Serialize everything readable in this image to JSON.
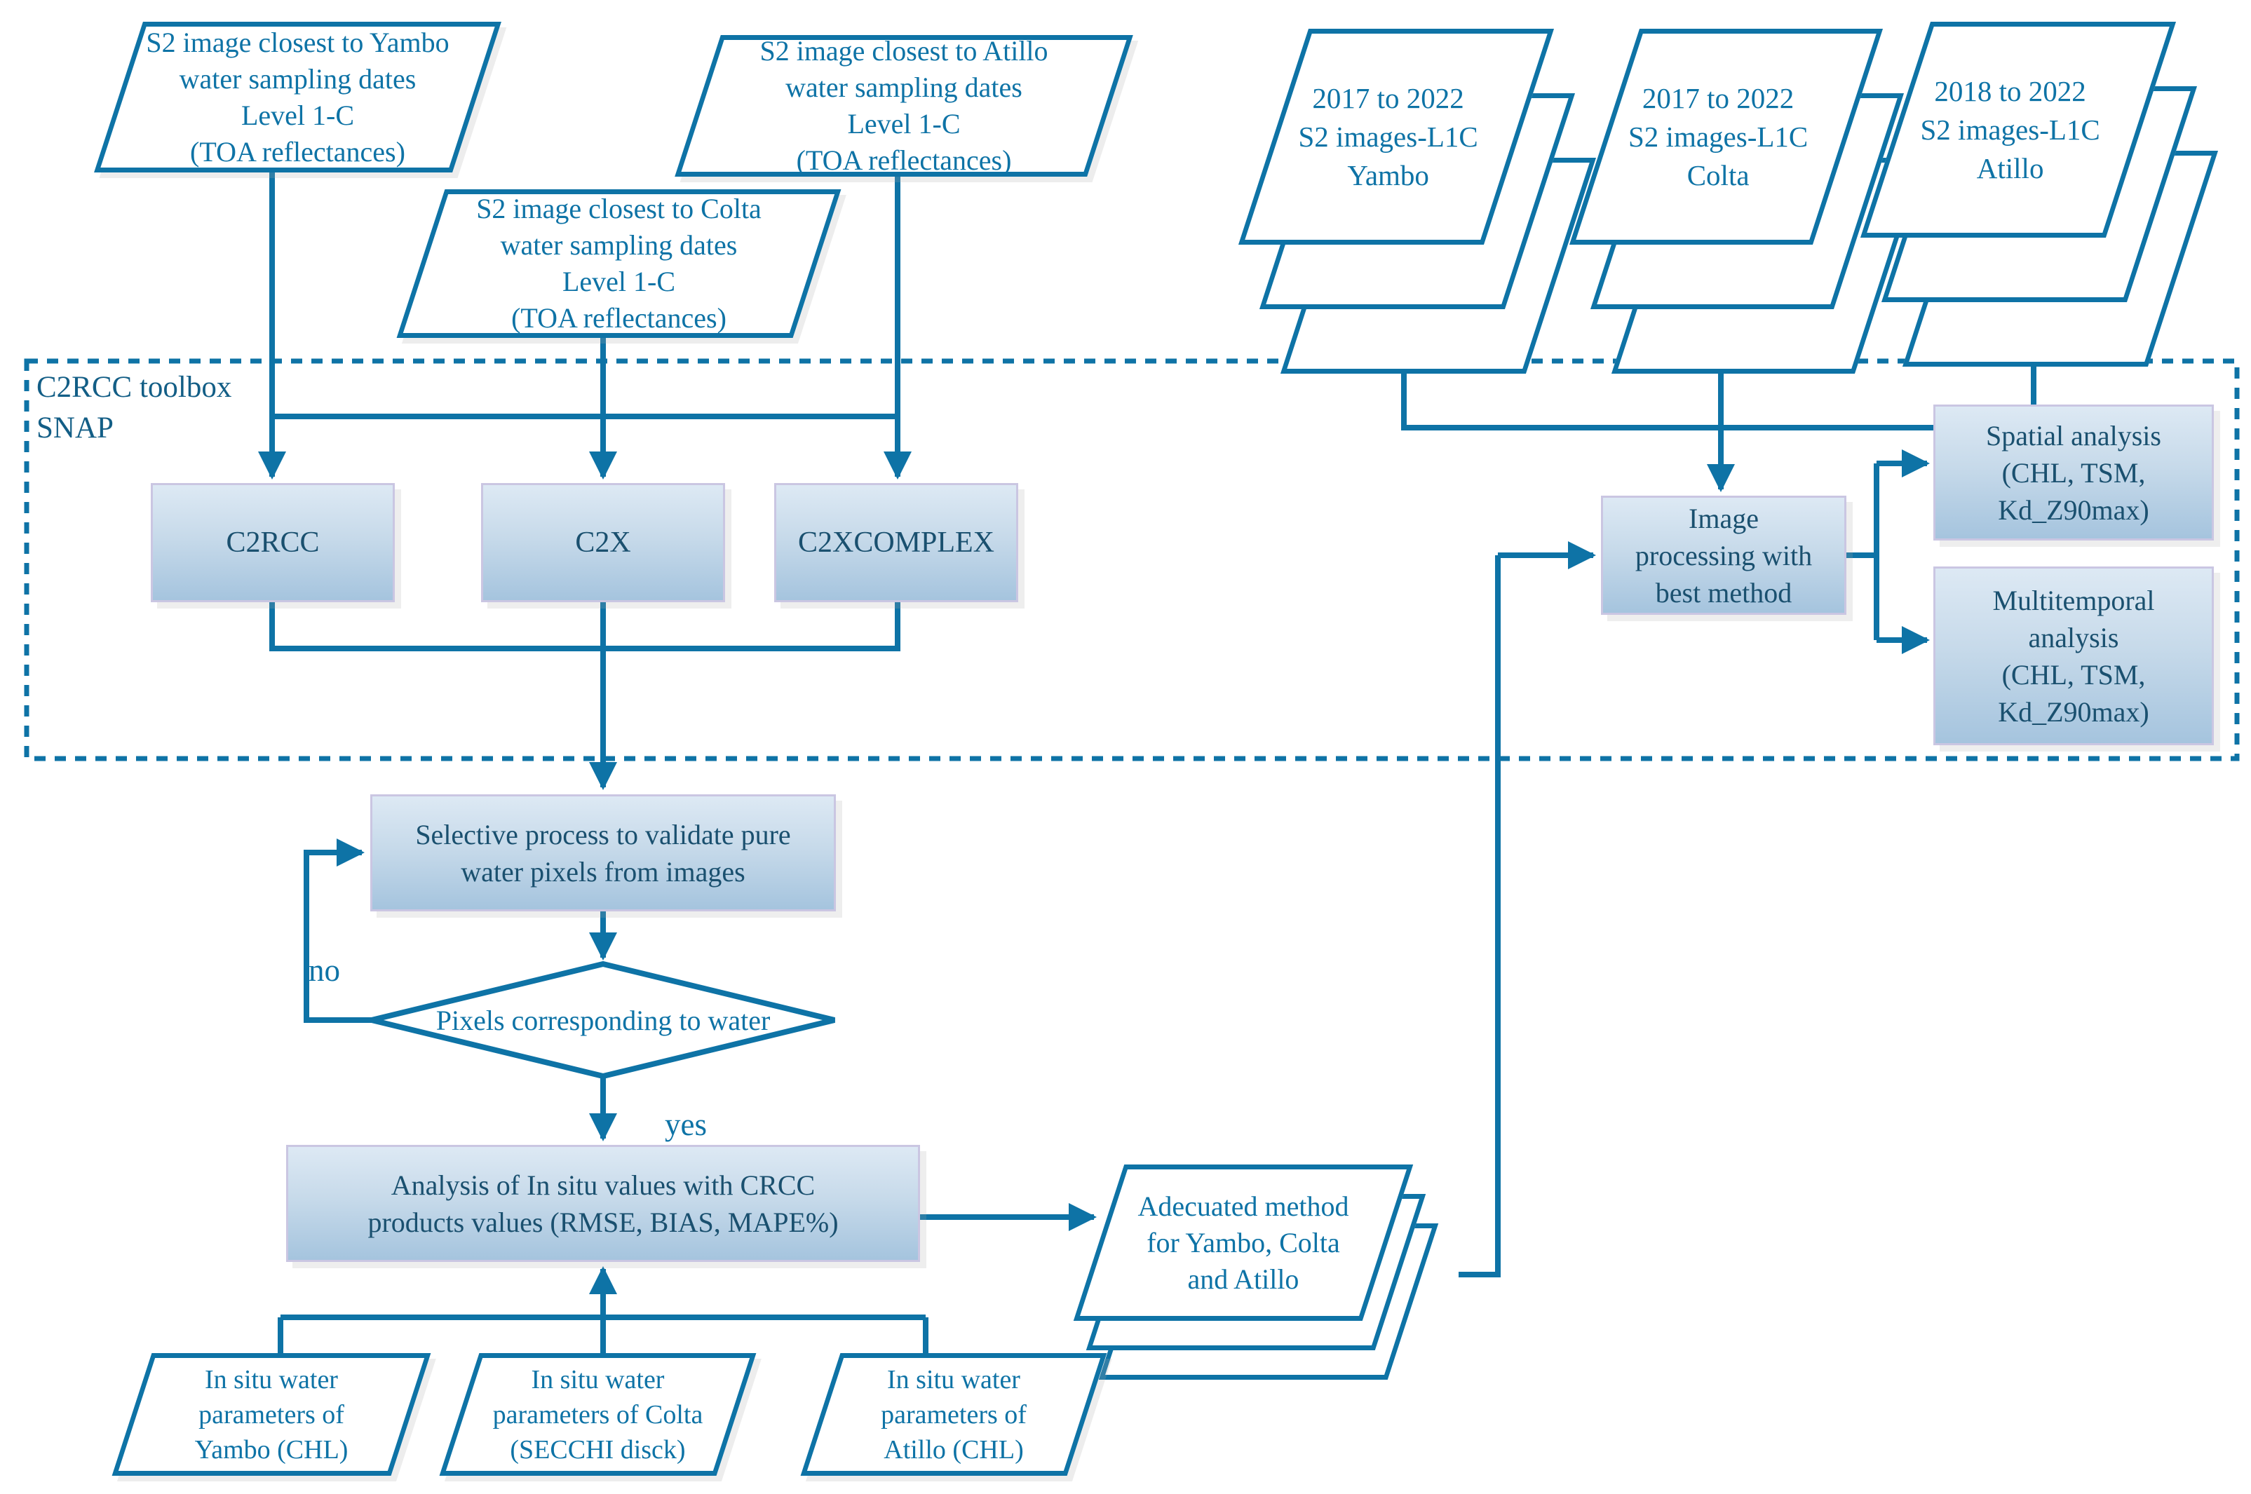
{
  "colors": {
    "line": "#0e73a6",
    "box-text": "#1a506f",
    "region-text": "#135e86",
    "box-border": "#cac6e2",
    "grad-top": "#dde9f4",
    "grad-bottom": "#a5c4de"
  },
  "nodes": {
    "s2_yambo": {
      "text": "S2 image closest to Yambo\nwater sampling dates\nLevel 1-C\n(TOA reflectances)"
    },
    "s2_colta": {
      "text": "S2 image closest to Colta\nwater sampling dates\nLevel 1-C\n(TOA reflectances)"
    },
    "s2_atillo": {
      "text": "S2 image closest to Atillo\nwater sampling dates\nLevel 1-C\n(TOA reflectances)"
    },
    "stack_yambo": {
      "text": "2017 to 2022\nS2 images-L1C\nYambo"
    },
    "stack_colta": {
      "text": "2017 to 2022\nS2 images-L1C\nColta"
    },
    "stack_atillo": {
      "text": "2018 to 2022\nS2 images-L1C\nAtillo"
    },
    "c2rcc": {
      "text": "C2RCC"
    },
    "c2x": {
      "text": "C2X"
    },
    "c2xcomplex": {
      "text": "C2XCOMPLEX"
    },
    "image_processing": {
      "text": "Image\nprocessing with\nbest method"
    },
    "spatial": {
      "text": "Spatial analysis\n(CHL, TSM,\nKd_Z90max)"
    },
    "multitemporal": {
      "text": "Multitemporal\nanalysis\n(CHL, TSM,\nKd_Z90max)"
    },
    "selective": {
      "text": "Selective process to validate pure\nwater pixels from images"
    },
    "decision": {
      "text": "Pixels corresponding to water"
    },
    "analysis": {
      "text": "Analysis of In situ values with CRCC\nproducts values (RMSE, BIAS, MAPE%)"
    },
    "adecuated": {
      "text": "Adecuated method\nfor Yambo, Colta\nand Atillo"
    },
    "insitu_yambo": {
      "text": "In situ water\nparameters of\nYambo (CHL)"
    },
    "insitu_colta": {
      "text": "In situ water\nparameters of Colta\n(SECCHI disck)"
    },
    "insitu_atillo": {
      "text": "In situ water\nparameters of\nAtillo (CHL)"
    }
  },
  "labels": {
    "region": "C2RCC toolbox\nSNAP",
    "no": "no",
    "yes": "yes"
  }
}
